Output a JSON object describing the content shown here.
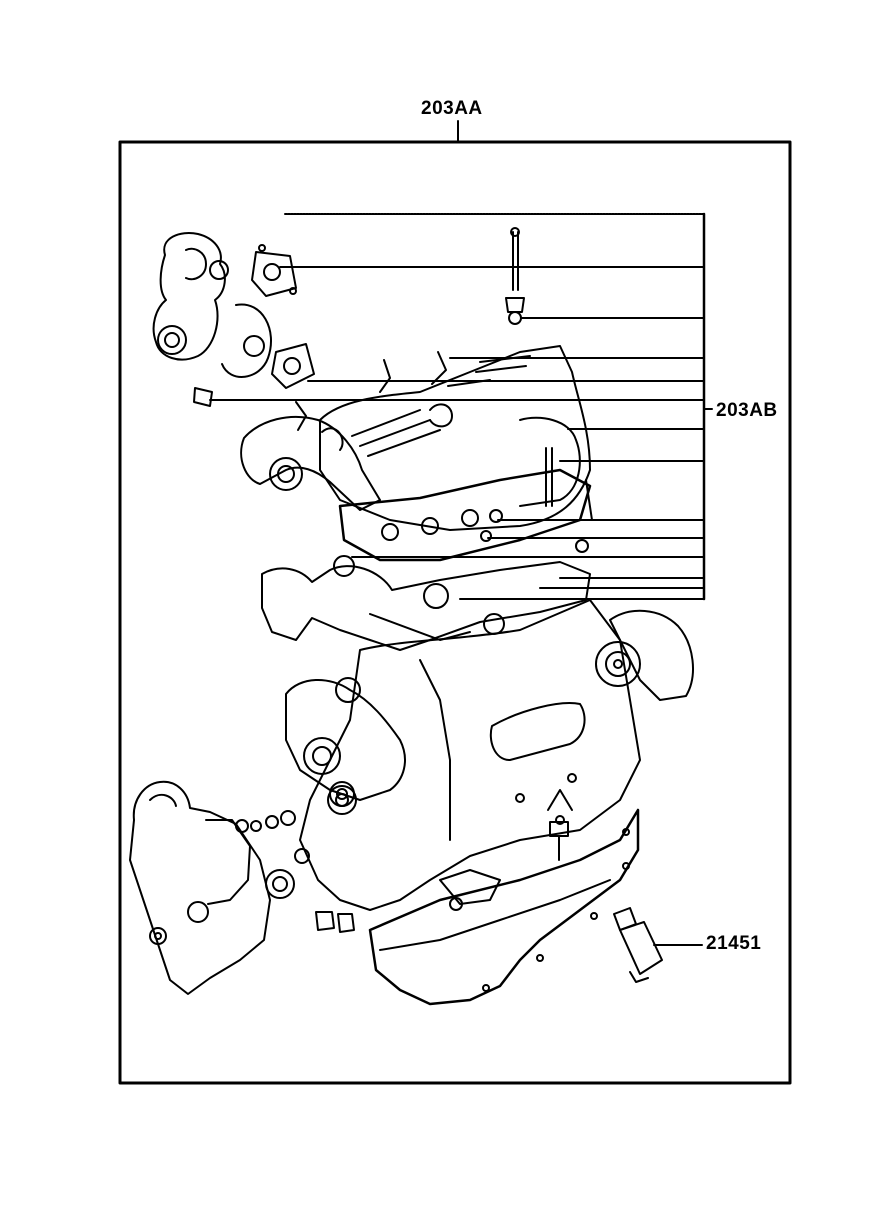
{
  "labels": {
    "top": "203AA",
    "right": "203AB",
    "bottom": "21451"
  },
  "colors": {
    "ink": "#000000",
    "paper": "#ffffff"
  }
}
